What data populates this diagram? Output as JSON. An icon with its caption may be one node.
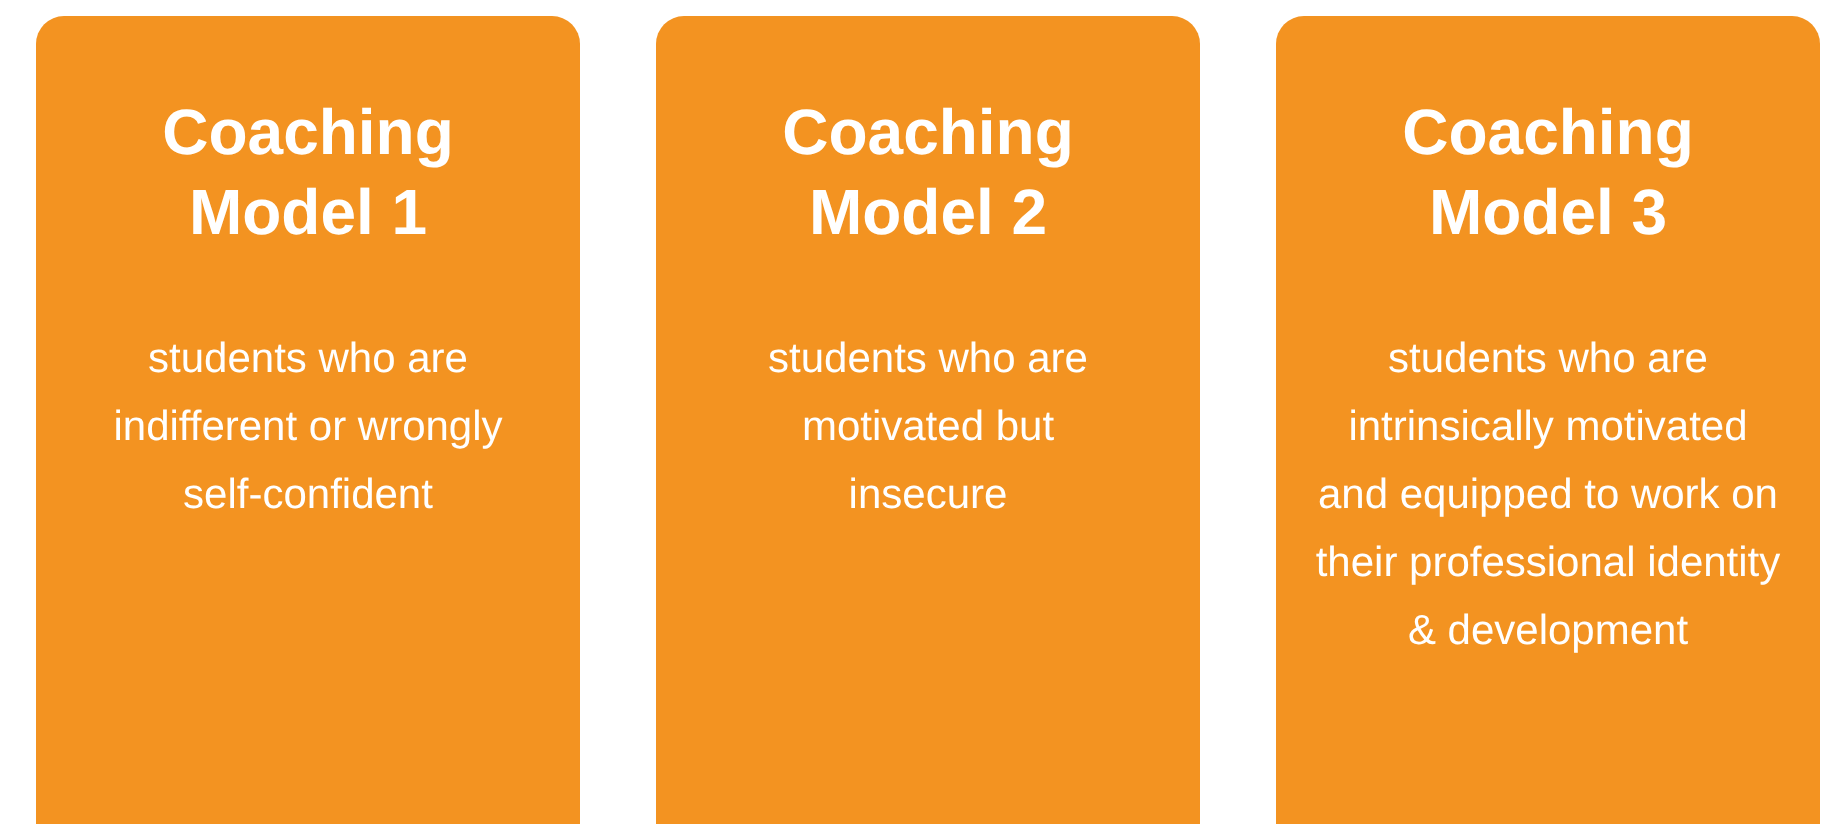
{
  "diagram": {
    "nodes": [
      {
        "text": [
          "Coaching Model 1",
          "students who are indifferent or wrongly self-confident"
        ]
      },
      {
        "text": [
          "Coaching Model 2",
          "students who are motivated but insecure"
        ]
      },
      {
        "text": [
          "Coaching Model 3",
          "students who are intrinsically motivated and equipped to work on their professional identity & development"
        ]
      }
    ]
  }
}
